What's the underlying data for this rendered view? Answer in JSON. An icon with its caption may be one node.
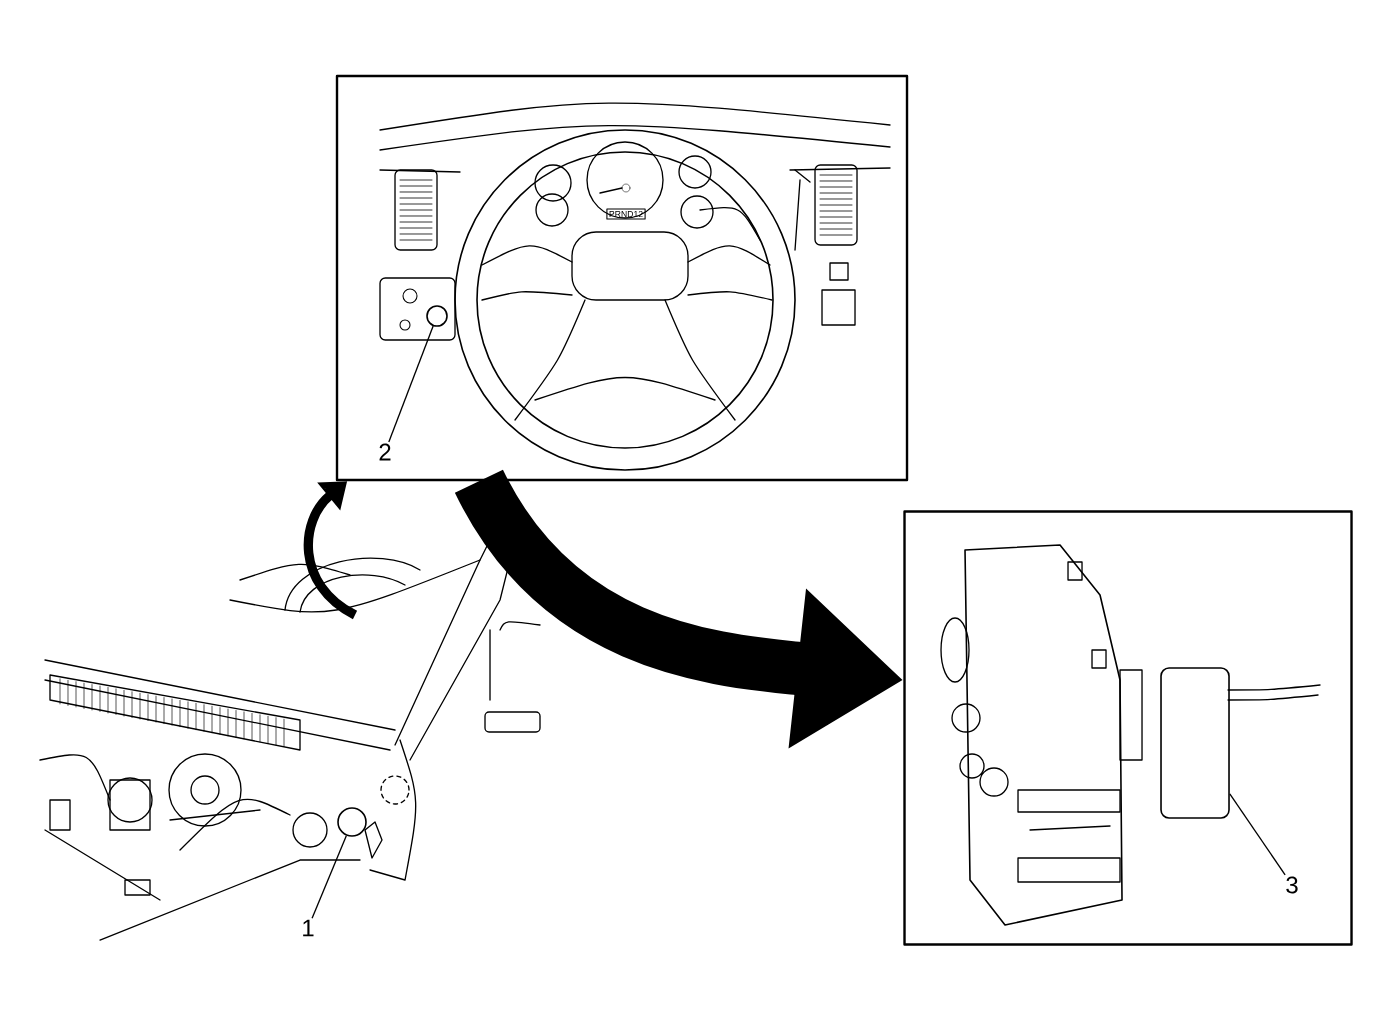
{
  "diagram": {
    "nodes": [
      {
        "text": [],
        "shape": "box"
      },
      {
        "text": [
          "2"
        ],
        "in": 0
      },
      {
        "text": [],
        "shape": "circle",
        "in": 0
      },
      {
        "text": [],
        "shape": "box"
      },
      {
        "text": [
          "3"
        ],
        "in": 3
      },
      {
        "text": [],
        "shape": "box",
        "in": 3
      },
      {
        "text": [
          "1"
        ]
      },
      {
        "text": [],
        "shape": "circle"
      }
    ],
    "edges": [
      {
        "from": 1,
        "to": 2,
        "arrow": "none"
      },
      {
        "from": 4,
        "to": 5,
        "arrow": "none"
      },
      {
        "from": 6,
        "to": 7,
        "arrow": "none"
      },
      {
        "from": 0,
        "to": 3,
        "arrow": "to",
        "style": "thick"
      },
      {
        "from": null,
        "to": 0,
        "arrow": "to",
        "style": "thick"
      }
    ],
    "labels": [
      "PRND12"
    ]
  }
}
